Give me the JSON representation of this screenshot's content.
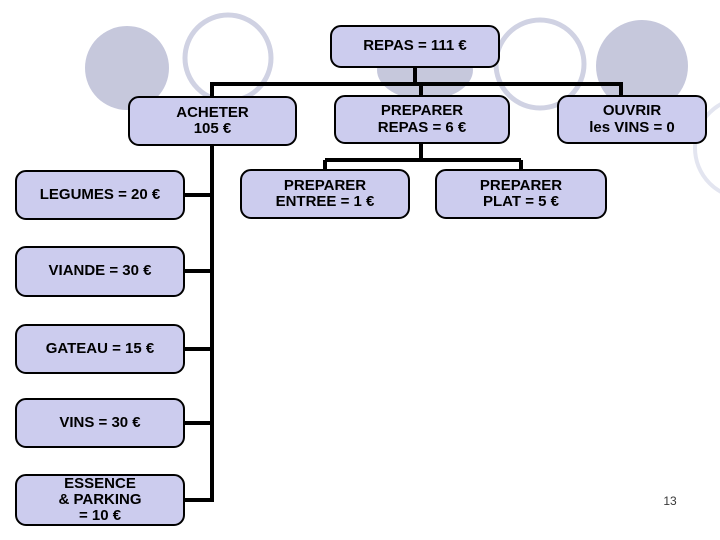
{
  "slide": {
    "page_number": "13",
    "colors": {
      "background": "#ffffff",
      "box_fill": "#ccccee",
      "box_border": "#000000",
      "connector": "#000000",
      "decorative_circle_fill": "#c6c8dc",
      "decorative_ring_stroke": "#d0d2e3"
    }
  },
  "tree": {
    "root": {
      "label": "REPAS = 111 €"
    },
    "level2": [
      {
        "name": "acheter",
        "lines": [
          "ACHETER",
          "105 €"
        ]
      },
      {
        "name": "preparer-repas",
        "lines": [
          "PREPARER",
          "REPAS = 6 €"
        ]
      },
      {
        "name": "ouvrir",
        "lines": [
          "OUVRIR",
          "les VINS = 0"
        ]
      }
    ],
    "level3": [
      {
        "name": "preparer-entree",
        "lines": [
          "PREPARER",
          "ENTREE = 1 €"
        ]
      },
      {
        "name": "preparer-plat",
        "lines": [
          "PREPARER",
          "PLAT = 5 €"
        ]
      }
    ],
    "acheter_children": [
      {
        "name": "legumes",
        "lines": [
          "LEGUMES = 20 €"
        ]
      },
      {
        "name": "viande",
        "lines": [
          "VIANDE = 30 €"
        ]
      },
      {
        "name": "gateau",
        "lines": [
          "GATEAU = 15 €"
        ]
      },
      {
        "name": "vins",
        "lines": [
          "VINS = 30 €"
        ]
      },
      {
        "name": "essence-parking",
        "lines": [
          "ESSENCE",
          "& PARKING",
          "= 10 €"
        ]
      }
    ]
  }
}
